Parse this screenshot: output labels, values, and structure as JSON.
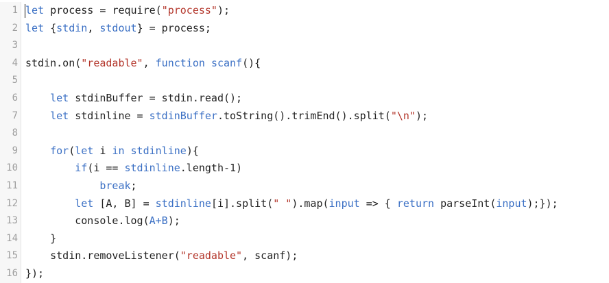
{
  "editor": {
    "colors": {
      "keyword": "#3a6fc4",
      "string": "#b3352a",
      "text": "#222222",
      "gutter": "#9e9e9e"
    },
    "lines": [
      {
        "num": "1",
        "tokens": [
          {
            "t": "let",
            "c": "kw"
          },
          {
            "t": " process = ",
            "c": "plain"
          },
          {
            "t": "require",
            "c": "plain"
          },
          {
            "t": "(",
            "c": "plain"
          },
          {
            "t": "\"process\"",
            "c": "str"
          },
          {
            "t": ");",
            "c": "plain"
          }
        ]
      },
      {
        "num": "2",
        "tokens": [
          {
            "t": "let",
            "c": "kw"
          },
          {
            "t": " {",
            "c": "plain"
          },
          {
            "t": "stdin",
            "c": "var"
          },
          {
            "t": ", ",
            "c": "plain"
          },
          {
            "t": "stdout",
            "c": "var"
          },
          {
            "t": "} = process;",
            "c": "plain"
          }
        ]
      },
      {
        "num": "3",
        "tokens": []
      },
      {
        "num": "4",
        "tokens": [
          {
            "t": "stdin.on(",
            "c": "plain"
          },
          {
            "t": "\"readable\"",
            "c": "str"
          },
          {
            "t": ", ",
            "c": "plain"
          },
          {
            "t": "function",
            "c": "kw"
          },
          {
            "t": " ",
            "c": "plain"
          },
          {
            "t": "scanf",
            "c": "var"
          },
          {
            "t": "(){",
            "c": "plain"
          }
        ]
      },
      {
        "num": "5",
        "tokens": []
      },
      {
        "num": "6",
        "tokens": [
          {
            "t": "    ",
            "c": "plain"
          },
          {
            "t": "let",
            "c": "kw"
          },
          {
            "t": " stdinBuffer = stdin.read();",
            "c": "plain"
          }
        ]
      },
      {
        "num": "7",
        "tokens": [
          {
            "t": "    ",
            "c": "plain"
          },
          {
            "t": "let",
            "c": "kw"
          },
          {
            "t": " stdinline = ",
            "c": "plain"
          },
          {
            "t": "stdinBuffer",
            "c": "var"
          },
          {
            "t": ".toString().trimEnd().split(",
            "c": "plain"
          },
          {
            "t": "\"\\n\"",
            "c": "str"
          },
          {
            "t": ");",
            "c": "plain"
          }
        ]
      },
      {
        "num": "8",
        "tokens": []
      },
      {
        "num": "9",
        "tokens": [
          {
            "t": "    ",
            "c": "plain"
          },
          {
            "t": "for",
            "c": "kw"
          },
          {
            "t": "(",
            "c": "plain"
          },
          {
            "t": "let",
            "c": "kw"
          },
          {
            "t": " i ",
            "c": "plain"
          },
          {
            "t": "in",
            "c": "kw"
          },
          {
            "t": " ",
            "c": "plain"
          },
          {
            "t": "stdinline",
            "c": "var"
          },
          {
            "t": "){",
            "c": "plain"
          }
        ]
      },
      {
        "num": "10",
        "tokens": [
          {
            "t": "        ",
            "c": "plain"
          },
          {
            "t": "if",
            "c": "kw"
          },
          {
            "t": "(i == ",
            "c": "plain"
          },
          {
            "t": "stdinline",
            "c": "var"
          },
          {
            "t": ".length-1)",
            "c": "plain"
          }
        ]
      },
      {
        "num": "11",
        "tokens": [
          {
            "t": "            ",
            "c": "plain"
          },
          {
            "t": "break",
            "c": "kw"
          },
          {
            "t": ";",
            "c": "plain"
          }
        ]
      },
      {
        "num": "12",
        "tokens": [
          {
            "t": "        ",
            "c": "plain"
          },
          {
            "t": "let",
            "c": "kw"
          },
          {
            "t": " [A, B] = ",
            "c": "plain"
          },
          {
            "t": "stdinline",
            "c": "var"
          },
          {
            "t": "[i].split(",
            "c": "plain"
          },
          {
            "t": "\" \"",
            "c": "str"
          },
          {
            "t": ").map(",
            "c": "plain"
          },
          {
            "t": "input",
            "c": "var"
          },
          {
            "t": " => { ",
            "c": "plain"
          },
          {
            "t": "return",
            "c": "kw"
          },
          {
            "t": " parseInt(",
            "c": "plain"
          },
          {
            "t": "input",
            "c": "var"
          },
          {
            "t": ");});",
            "c": "plain"
          }
        ]
      },
      {
        "num": "13",
        "tokens": [
          {
            "t": "        console.log(",
            "c": "plain"
          },
          {
            "t": "A+B",
            "c": "var"
          },
          {
            "t": ");",
            "c": "plain"
          }
        ]
      },
      {
        "num": "14",
        "tokens": [
          {
            "t": "    }",
            "c": "plain"
          }
        ]
      },
      {
        "num": "15",
        "tokens": [
          {
            "t": "    stdin.removeListener(",
            "c": "plain"
          },
          {
            "t": "\"readable\"",
            "c": "str"
          },
          {
            "t": ", scanf);",
            "c": "plain"
          }
        ]
      },
      {
        "num": "16",
        "tokens": [
          {
            "t": "});",
            "c": "plain"
          }
        ]
      }
    ]
  }
}
